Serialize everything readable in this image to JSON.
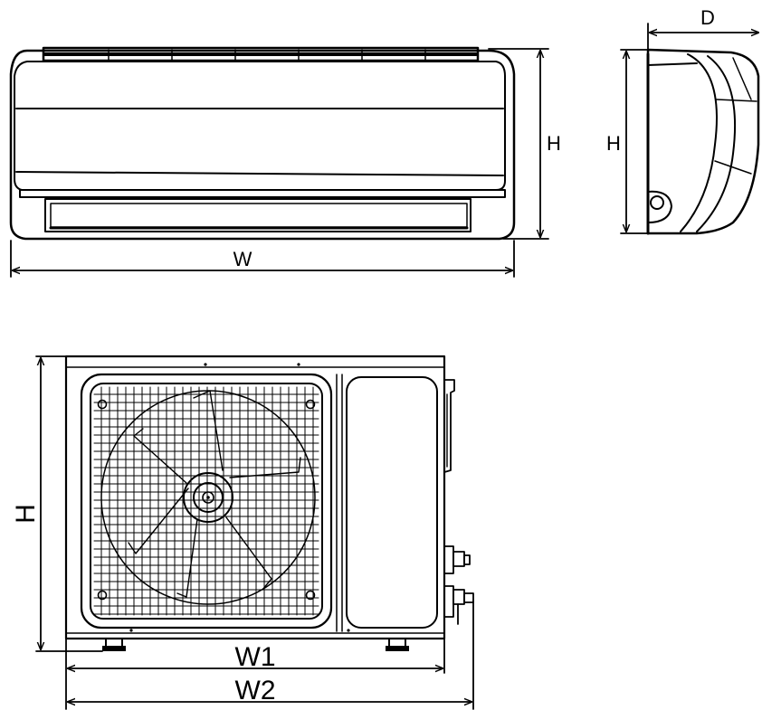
{
  "labels": {
    "indoor_width": "W",
    "indoor_height": "H",
    "indoor_side_height": "H",
    "indoor_depth": "D",
    "outdoor_height": "H",
    "outdoor_width_1": "W1",
    "outdoor_width_2": "W2"
  },
  "colors": {
    "line": "#000000",
    "background": "#ffffff"
  }
}
